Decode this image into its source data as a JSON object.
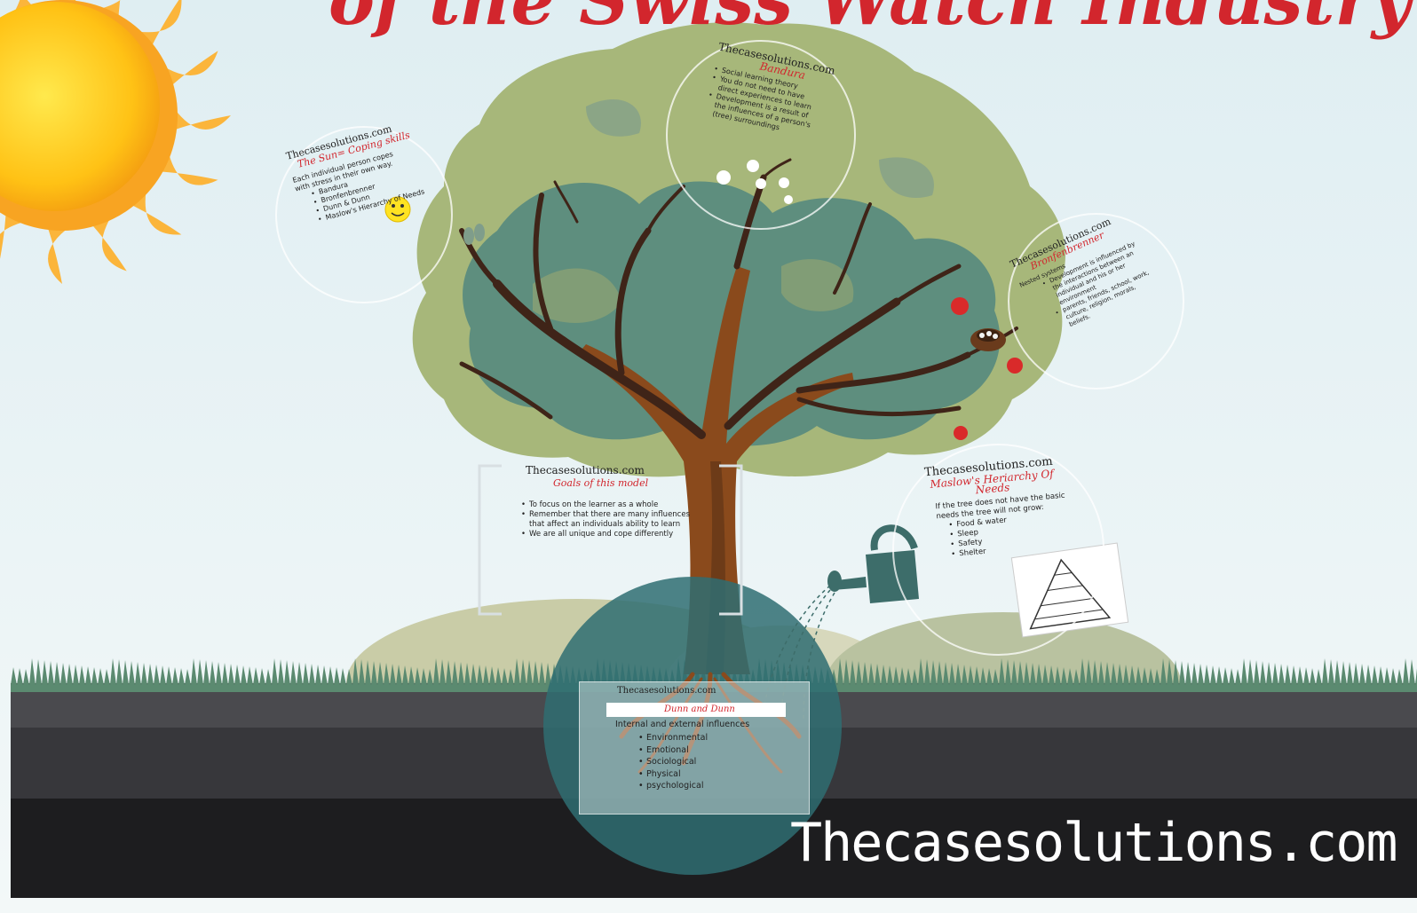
{
  "title": "of the Swiss Watch Industry",
  "watermark": "Thecasesolutions.com",
  "colors": {
    "accent_red": "#d2262d",
    "sky": "#eaf3f6",
    "foliage_light": "#a7b77a",
    "foliage_dark": "#5b8a78",
    "trunk": "#8a4a1c",
    "soil": "#2b2b2e"
  },
  "bubbles": {
    "sun": {
      "brand": "Thecasesolutions.com",
      "heading": "The Sun= Coping skills",
      "intro": "Each individual person copes with stress in their own way.",
      "items": [
        "Bandura",
        "Bronfenbrenner",
        "Dunn & Dunn",
        "Maslow's Hierarchy of Needs"
      ]
    },
    "bandura": {
      "brand": "Thecasesolutions.com",
      "heading": "Bandura",
      "items": [
        "Social learning theory",
        "You do not need to have direct experiences to learn",
        "Development is a result of the influences of a person's (tree) surroundings"
      ]
    },
    "bronfenbrenner": {
      "brand": "Thecasesolutions.com",
      "heading": "Bronfenbrenner",
      "intro": "Nested systems",
      "items": [
        "Development is influenced by the interactions between an individual and his or her environment",
        "parents, friends, school, work, culture, religion, morals, beliefs."
      ]
    },
    "goals": {
      "brand": "Thecasesolutions.com",
      "heading": "Goals of this model",
      "items": [
        "To focus on the learner as a whole",
        "Remember that there are many influences that affect an individuals ability to learn",
        "We are all unique and cope differently"
      ]
    },
    "maslow": {
      "brand": "Thecasesolutions.com",
      "heading": "Maslow's Heriarchy Of Needs",
      "intro": "If the tree does not have the basic needs the tree will not grow:",
      "items": [
        "Food & water",
        "Sleep",
        "Safety",
        "Shelter"
      ]
    },
    "dunn": {
      "brand": "Thecasesolutions.com",
      "heading": "Dunn and Dunn",
      "intro": "Internal and external influences",
      "items": [
        "Environmental",
        "Emotional",
        "Sociological",
        "Physical",
        "psychological"
      ]
    }
  },
  "icons": [
    "sun-icon",
    "smiley-sun-icon",
    "tree-icon",
    "apple-icon",
    "nest-icon",
    "watering-can-icon",
    "pyramid-icon",
    "flower-icon"
  ]
}
